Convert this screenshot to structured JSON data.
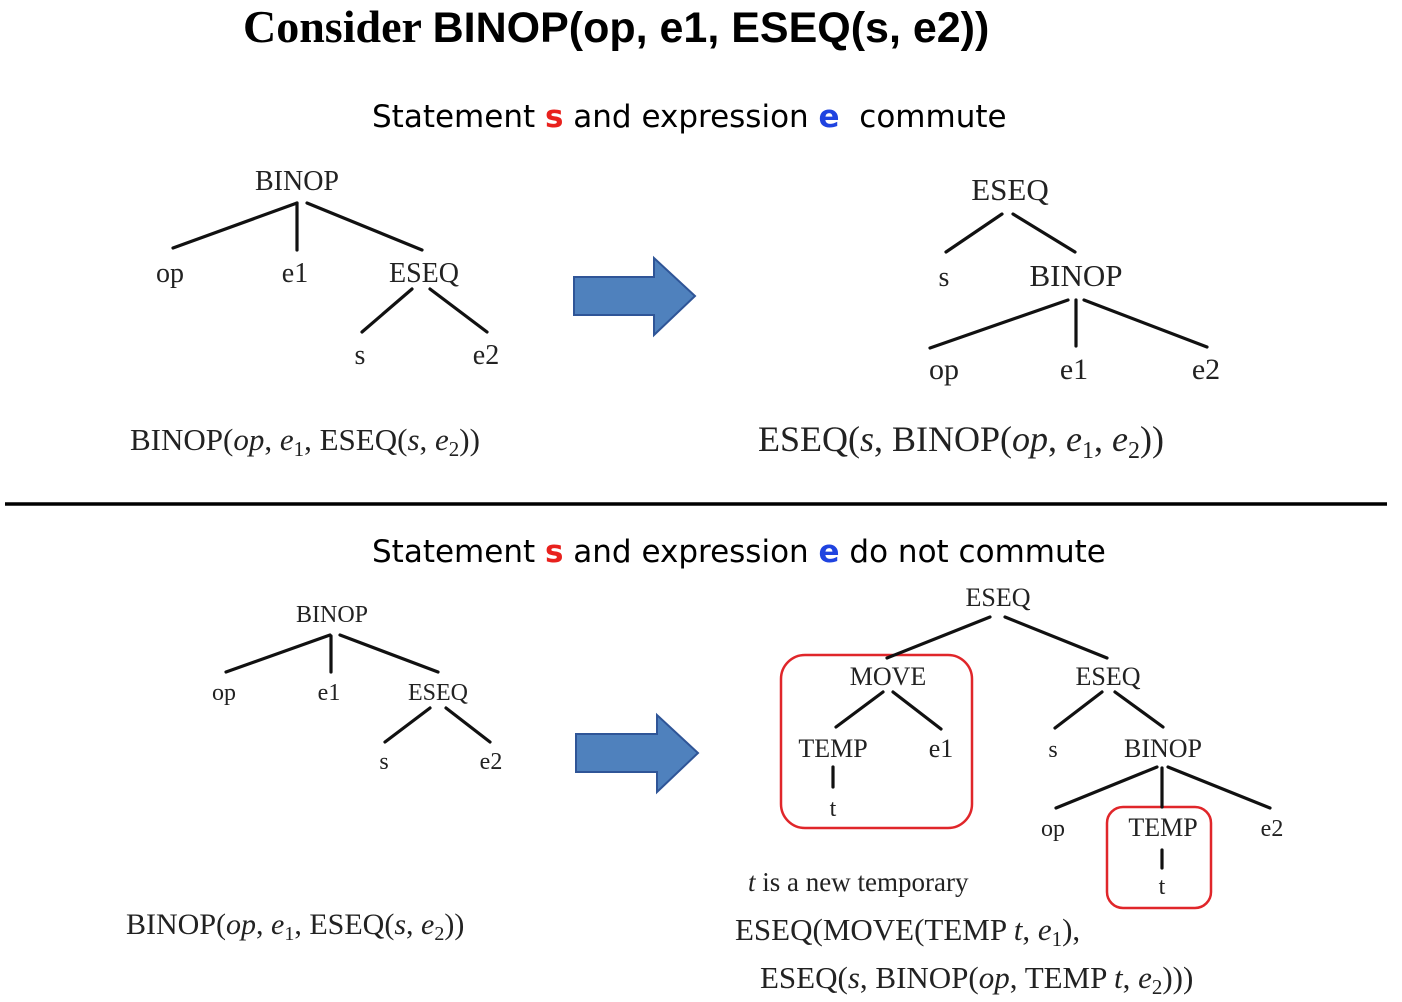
{
  "title": {
    "prefix": "Consider ",
    "expr": "BINOP(op, e1, ESEQ(s, e2))"
  },
  "commute_section": {
    "heading": {
      "before": "Statement ",
      "s": "s",
      "middle": " and expression ",
      "e": "e",
      "after": "  commute"
    },
    "left_tree": {
      "root": "BINOP",
      "op": "op",
      "e1": "e1",
      "eseq": "ESEQ",
      "s": "s",
      "e2": "e2"
    },
    "left_formula": {
      "a": "BINOP(",
      "op": "op",
      "comma1": ", ",
      "e": "e",
      "one": "1",
      "mid": ", ESEQ(",
      "s": "s",
      "comma2": ", ",
      "e2": "e",
      "two": "2",
      "end": "))"
    },
    "right_tree": {
      "root": "ESEQ",
      "s": "s",
      "binop": "BINOP",
      "op": "op",
      "e1": "e1",
      "e2": "e2"
    },
    "right_formula": {
      "a": "ESEQ(",
      "s": "s",
      "b": ", BINOP(",
      "op": "op",
      "comma1": ", ",
      "e": "e",
      "one": "1",
      "comma2": ", ",
      "e2": "e",
      "two": "2",
      "end": "))"
    }
  },
  "noncommute_section": {
    "heading": {
      "before": "Statement ",
      "s": "s",
      "middle": " and expression ",
      "e": "e",
      "after": " do not commute"
    },
    "left_tree": {
      "root": "BINOP",
      "op": "op",
      "e1": "e1",
      "eseq": "ESEQ",
      "s": "s",
      "e2": "e2"
    },
    "left_formula": {
      "a": "BINOP(",
      "op": "op",
      "comma1": ", ",
      "e": "e",
      "one": "1",
      "mid": ", ESEQ(",
      "s": "s",
      "comma2": ", ",
      "e2": "e",
      "two": "2",
      "end": "))"
    },
    "right_tree": {
      "root": "ESEQ",
      "move": "MOVE",
      "temp": "TEMP",
      "t": "t",
      "e1": "e1",
      "eseq": "ESEQ",
      "s": "s",
      "binop": "BINOP",
      "op": "op",
      "temp2": "TEMP",
      "t2": "t",
      "e2": "e2"
    },
    "note": {
      "t": "t",
      "rest": " is a new temporary"
    },
    "formula_line1": {
      "a": "ESEQ(MOVE(TEMP ",
      "t": "t",
      "b": ", ",
      "e": "e",
      "one": "1",
      "c": "),"
    },
    "formula_line2": {
      "a": "ESEQ(",
      "s": "s",
      "b": ", BINOP(",
      "op": "op",
      "c": ", TEMP ",
      "t": "t",
      "d": ", ",
      "e": "e",
      "two": "2",
      "end": ")))"
    }
  },
  "colors": {
    "highlight_s": "#e8211d",
    "highlight_e": "#1f43e0",
    "arrow_fill": "#4f81bd",
    "arrow_stroke": "#2f5597",
    "box_stroke": "#e0262a"
  }
}
